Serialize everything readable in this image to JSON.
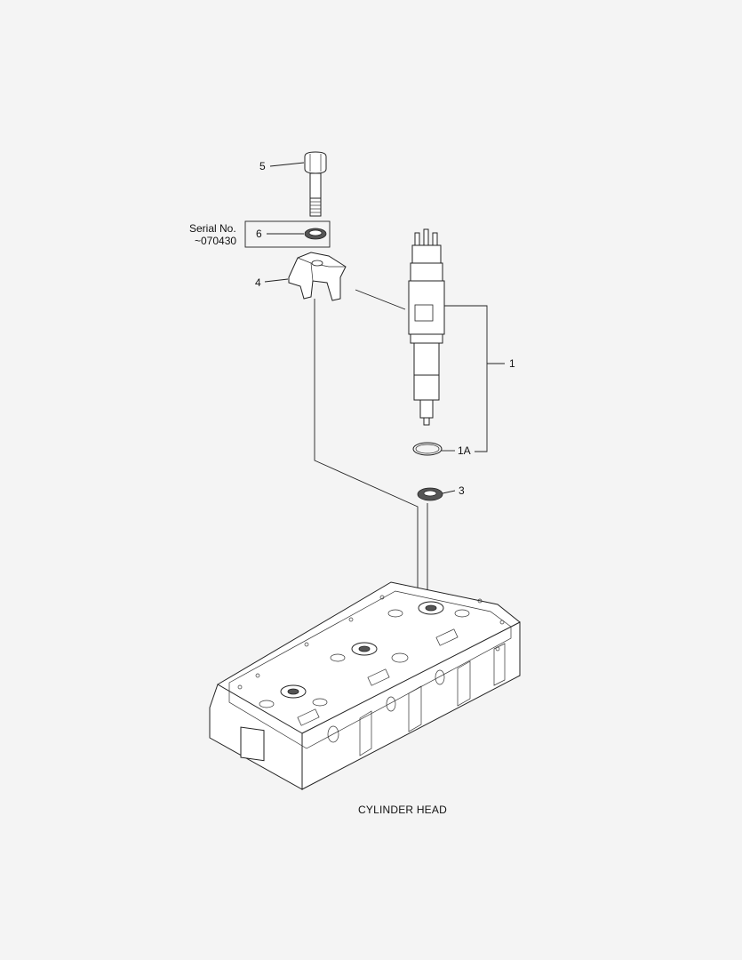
{
  "callouts": {
    "bolt": "5",
    "washer": "6",
    "clamp": "4",
    "injector": "1",
    "o_ring": "1A",
    "seal": "3"
  },
  "serial_note": {
    "line1": "Serial No.",
    "line2": "~070430"
  },
  "caption": "CYLINDER HEAD"
}
